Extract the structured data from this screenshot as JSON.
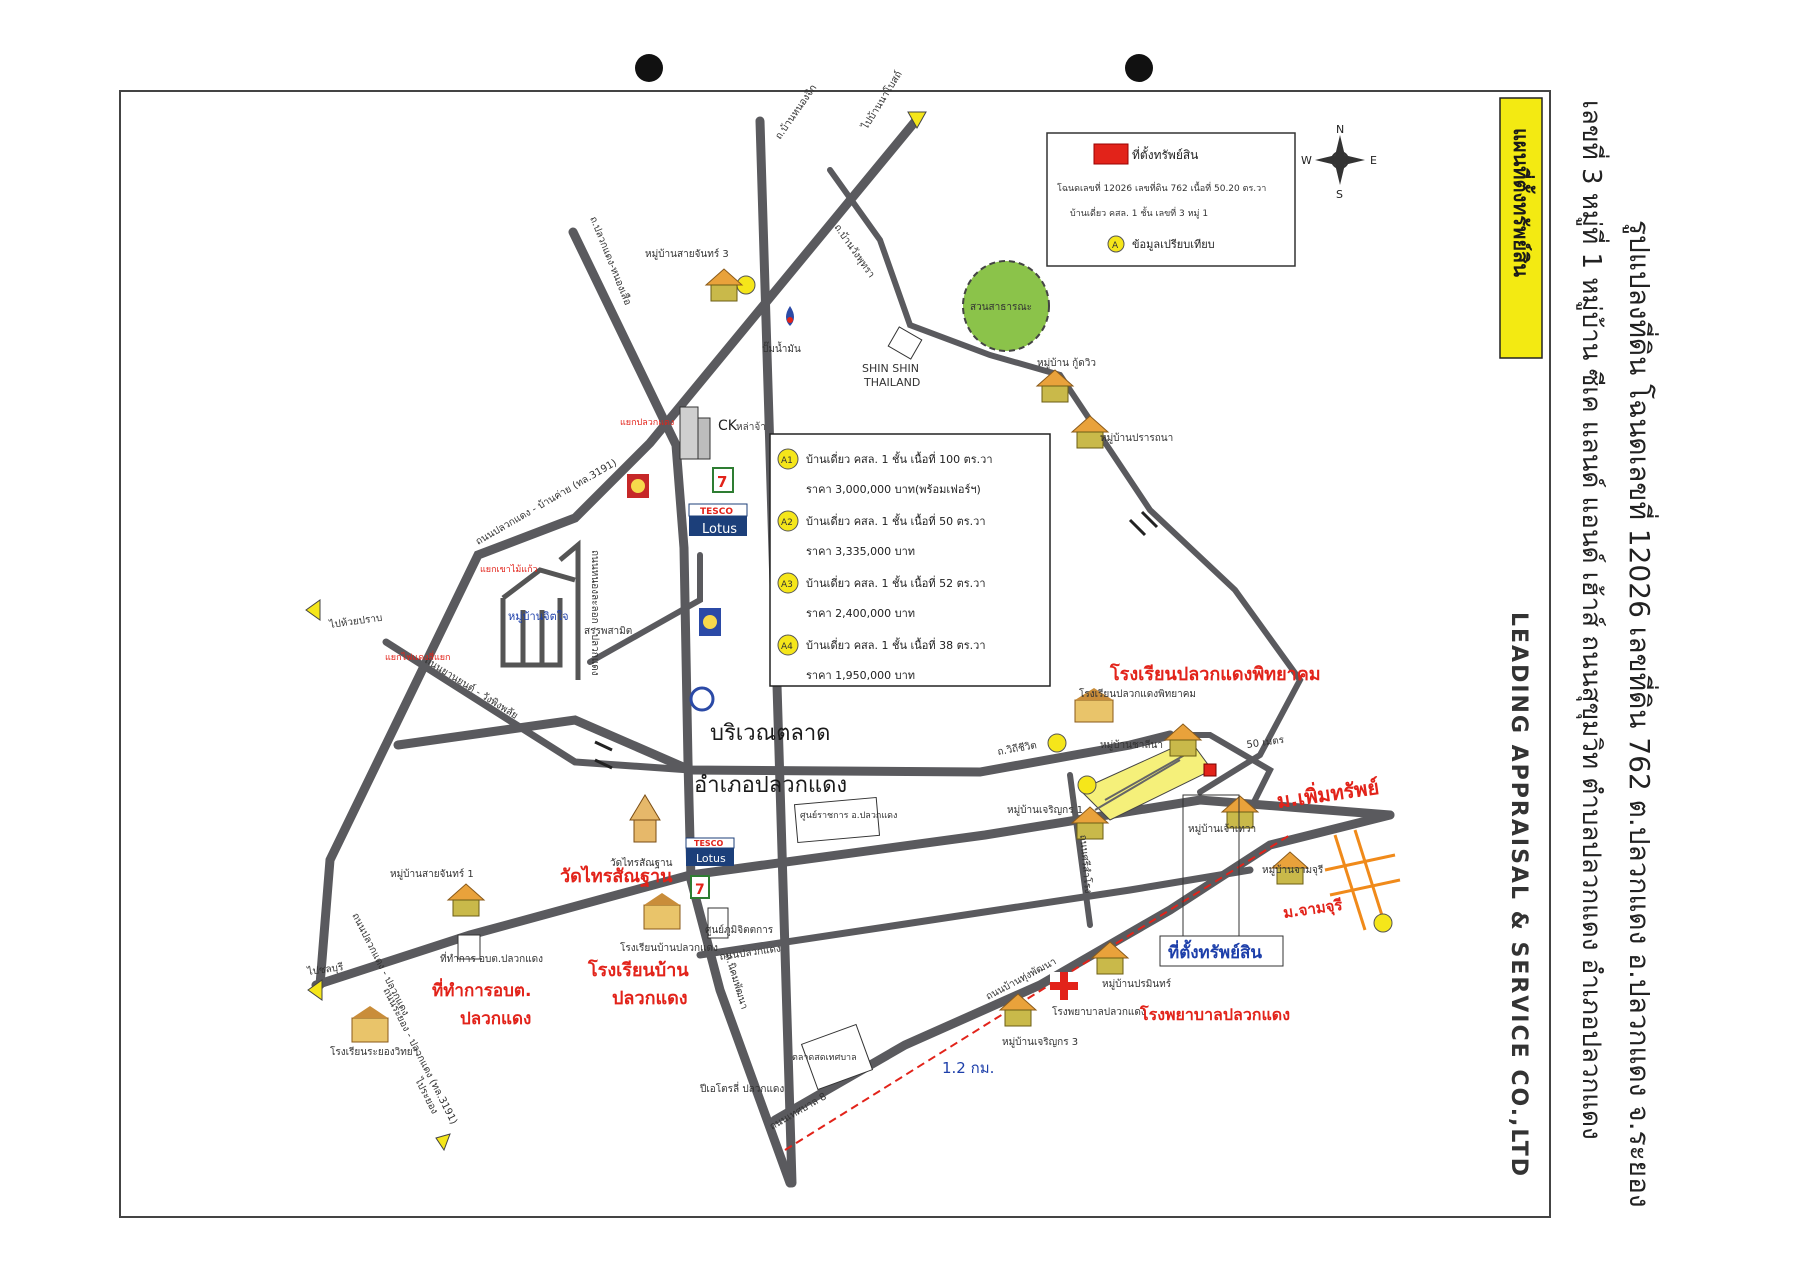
{
  "side_title": "รูปแปลงที่ดิน โฉนดเลขที่ 12026 เลขที่ดิน 762 ต.ปลวกแดง อ.ปลวกแดง จ.ระยอง",
  "side_address": "เลขที่ 3 หมู่ที่ 1 หมู่บ้าน ซีเค แลนด์ แอนด์ เฮ้าส์ ถนนสุขุมวิท ตำบลปลวกแดง อำเภอปลวกแดง",
  "company": "LEADING APPRAISAL & SERVICE CO.,LTD",
  "map_title": "แผนที่ตั้งทรัพย์สิน",
  "compass": {
    "n": "N",
    "s": "S",
    "e": "E",
    "w": "W"
  },
  "legend": {
    "property_label": "ที่ตั้งทรัพย์สิน",
    "deed_line": "โฉนดเลขที่ 12026 เลขที่ดิน 762 เนื้อที่ 50.20 ตร.วา",
    "house_line": "บ้านเดี่ยว คสล. 1 ชั้น เลขที่ 3 หมู่ 1",
    "comparable_label": "ข้อมูลเปรียบเทียบ",
    "comparable_marker": "A",
    "colors": {
      "property": "#e2231a",
      "comparable": "#f5e61a"
    }
  },
  "comparables": [
    {
      "id": "A1",
      "line1": "บ้านเดี่ยว คสล. 1 ชั้น เนื้อที่ 100 ตร.วา",
      "line2": "ราคา 3,000,000 บาท(พร้อมเฟอร์ฯ)"
    },
    {
      "id": "A2",
      "line1": "บ้านเดี่ยว คสล. 1 ชั้น เนื้อที่ 50 ตร.วา",
      "line2": "ราคา 3,335,000 บาท"
    },
    {
      "id": "A3",
      "line1": "บ้านเดี่ยว คสล. 1 ชั้น เนื้อที่ 52 ตร.วา",
      "line2": "ราคา 2,400,000 บาท"
    },
    {
      "id": "A4",
      "line1": "บ้านเดี่ยว คสล. 1 ชั้น เนื้อที่ 38 ตร.วา",
      "line2": "ราคา 1,950,000 บาท"
    }
  ],
  "market_area": {
    "line1": "บริเวณตลาด",
    "line2": "อำเภอปลวกแดง"
  },
  "property_callout": "ที่ตั้งทรัพย์สิน",
  "distance": "1.2 กม.",
  "brands": {
    "ck": "CK",
    "ck_sub": "หล่าจ้า",
    "tesco": "TESCO",
    "lotus": "Lotus",
    "seven": "7",
    "shin": "SHIN SHIN",
    "shin2": "THAILAND"
  },
  "park": "สวนสาธารณะ",
  "places": {
    "v_sanchan3": "หมู่บ้านสายจันทร์ 3",
    "pump": "ปั๊มน้ำมัน",
    "v_kutwio": "หมู่บ้าน กู้ดวิว",
    "v_prathana": "หมู่บ้านปรารถนา",
    "v_jitchai": "หมู่บ้านจิตใจ",
    "v_chanmai": "หมู่บ้านชาลีนา",
    "v_cmlands1": "หมู่บ้านเจริญกร 1",
    "v_sanchan1": "หมู่บ้านสายจันทร์ 1",
    "v_plaiteva": "หมู่บ้านเจ้าเทวา",
    "v_jamjuree": "หมู่บ้านจามจุรี",
    "v_prommin": "หมู่บ้านปรมินทร์",
    "v_cmlands3": "หมู่บ้านเจริญกร 3",
    "sangkhom": "สรรพสามิต",
    "wat": "วัดไทรสัณฐาน",
    "school_b": "โรงเรียนบ้านปลวกแดง",
    "school_pk": "โรงเรียนปลวกแดงพิทยาคม",
    "school_rayong": "โรงเรียนระยองวิทยา",
    "hospital": "โรงพยาบาลปลวกแดง",
    "bank": "ศูนย์ราชการ อ.ปลวกแดง",
    "district": "ที่ทำการ อบต.ปลวกแดง",
    "market": "ศูนย์ภูมิจิตตการ",
    "esso": "ตลาดสดเทศบาล",
    "dept": "ปีเอโตรลี่ ปลวกแดง"
  },
  "roads": {
    "r1": "ถ.ปลวกแดง-หนองเสือ",
    "r2": "ถนนปลวกแดง - บ้านค่าย (ทล.3191)",
    "r3": "ถนนหนองละลอก - ปลวกแดง",
    "r4": "ถนนระยอง - ปลวกแดง (ทล.3191)",
    "r5": "ถนนเทศบาล 8",
    "r6": "ถนนบ้านทุ่งพัฒนา",
    "r7": "ถ.นิคมพัฒนา",
    "r8": "ถนนศรีสำโรง",
    "r9": "ถนนปลวกแดง",
    "r10": "ถ.วิถีชีวิต",
    "r11": "ถ.บ้านวังพุทรา",
    "r12": "ถ.บ้านหนองจิก",
    "r13": "ถนนยานยนต์ - วังพิงพลัย",
    "r14": "ถนนปลวกแดง - ปลวกแดง",
    "dir1": "ไปบ้านนาโบสถ์",
    "dir2": "ไปห้วยปราบ",
    "dir3": "ไประยอง",
    "dir4": "ไปชลบุรี",
    "jct1": "แยกปลวกแดง",
    "jct2": "แยกเขาไม้แก้ว",
    "jct3": "แยกไฟแดงสี่แยก",
    "dist_small": "50 เมตร"
  },
  "red_notes": {
    "n1": "โรงเรียนปลวกแดงพิทยาคม",
    "n2": "ม.เพิ่มทรัพย์",
    "n3": "ม.จามจุรี",
    "n4": "วัดไทรสัณฐาน",
    "n5": "ที่ทำการอบต.",
    "n6": "ปลวกแดง",
    "n7": "โรงเรียนบ้าน",
    "n8": "ปลวกแดง",
    "n9": "โรงพยาบาลปลวกแดง"
  }
}
